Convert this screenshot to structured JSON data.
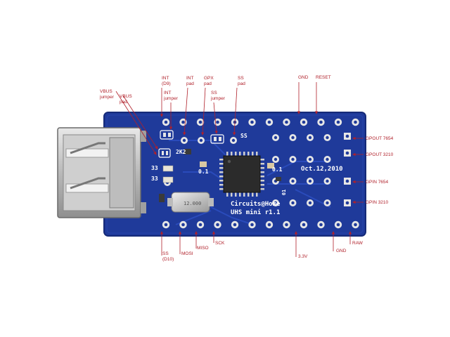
{
  "colors": {
    "board": "#1f3a9a",
    "board_edge": "#152a78",
    "annotation": "#b0202a",
    "pad": "#e6e6e6",
    "chip": "#2b2b2b",
    "silk": "#ffffff"
  },
  "board_text": {
    "brand": "Circuits@Home",
    "model": "UHS mini r1.1",
    "date": "Oct.12,2010",
    "ss": "SS",
    "r2k2": "2K2",
    "c01a": "0.1",
    "c01b": "0.1",
    "r33a": "33",
    "r33b": "33",
    "ic_mark": "01",
    "crystal": "12.000"
  },
  "top_labels": {
    "int_d9": [
      "INT",
      "(D9)"
    ],
    "int_jumper": [
      "INT",
      "jumper"
    ],
    "int_pad": [
      "INT",
      "pad"
    ],
    "gpx_pad": [
      "GPX",
      "pad"
    ],
    "ss_jumper": [
      "SS",
      "jumper"
    ],
    "ss_pad": [
      "SS",
      "pad"
    ],
    "gnd": "GND",
    "reset": "RESET",
    "vbus_jumper": [
      "VBUS",
      "jumper"
    ],
    "vbus_pad": [
      "VBUS",
      "pad"
    ]
  },
  "right_labels": {
    "gpout_7654": "GPOUT 7654",
    "gpout_3210": "GPOUT 3210",
    "gpin_7654": "GPIN 7654",
    "gpin_3210": "GPIN 3210"
  },
  "bottom_labels": {
    "ss_d10": [
      "SS",
      "(D10)"
    ],
    "mosi": "MOSI",
    "miso": "MISO",
    "sck": "SCK",
    "v33": "3.3V",
    "gnd": "GND",
    "raw": "RAW"
  }
}
